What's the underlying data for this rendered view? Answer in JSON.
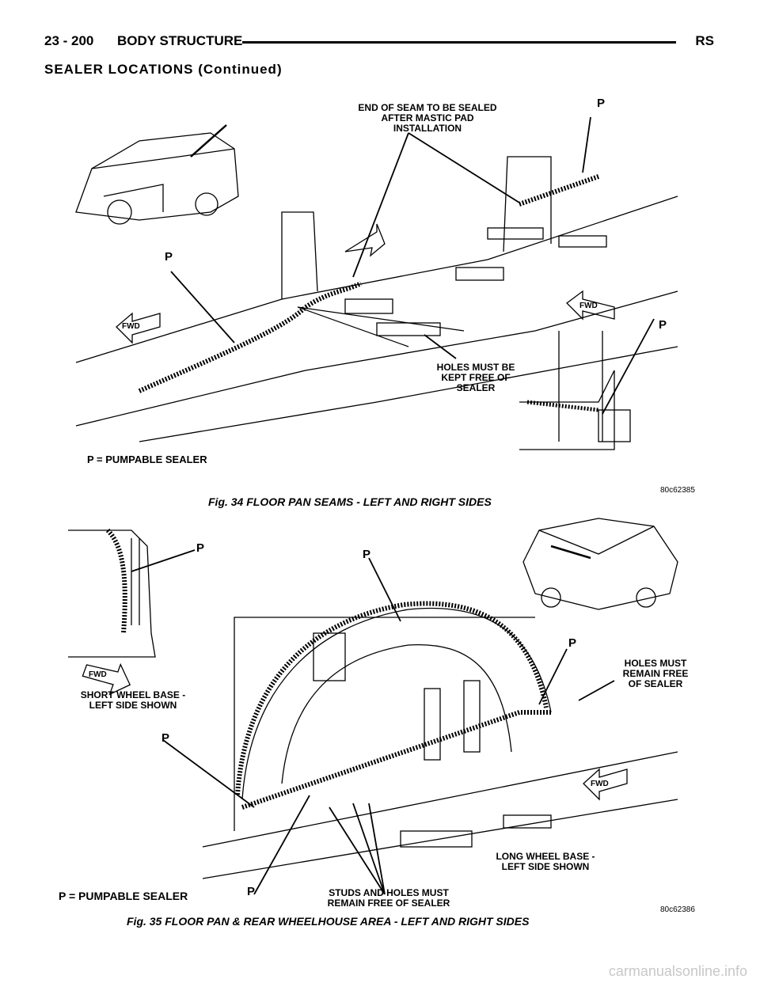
{
  "header": {
    "page_number": "23 - 200",
    "section": "BODY STRUCTURE",
    "code": "RS"
  },
  "subheading": "SEALER LOCATIONS (Continued)",
  "figure34": {
    "labels": {
      "end_of_seam": "END OF SEAM TO BE SEALED AFTER MASTIC PAD INSTALLATION",
      "p": "P",
      "holes": "HOLES MUST BE KEPT FREE OF SEALER",
      "fwd": "FWD",
      "legend": "P = PUMPABLE SEALER"
    },
    "figure_id": "80c62385",
    "caption": "Fig. 34 FLOOR PAN SEAMS - LEFT AND RIGHT SIDES"
  },
  "figure35": {
    "labels": {
      "p": "P",
      "holes": "HOLES MUST REMAIN FREE OF SEALER",
      "short_wb": "SHORT WHEEL BASE - LEFT SIDE SHOWN",
      "long_wb": "LONG WHEEL BASE - LEFT SIDE SHOWN",
      "studs": "STUDS AND HOLES MUST REMAIN FREE OF SEALER",
      "fwd": "FWD",
      "legend": "P = PUMPABLE SEALER"
    },
    "figure_id": "80c62386",
    "caption": "Fig. 35 FLOOR PAN & REAR WHEELHOUSE AREA - LEFT AND RIGHT SIDES"
  },
  "watermark": "carmanualsonline.info"
}
